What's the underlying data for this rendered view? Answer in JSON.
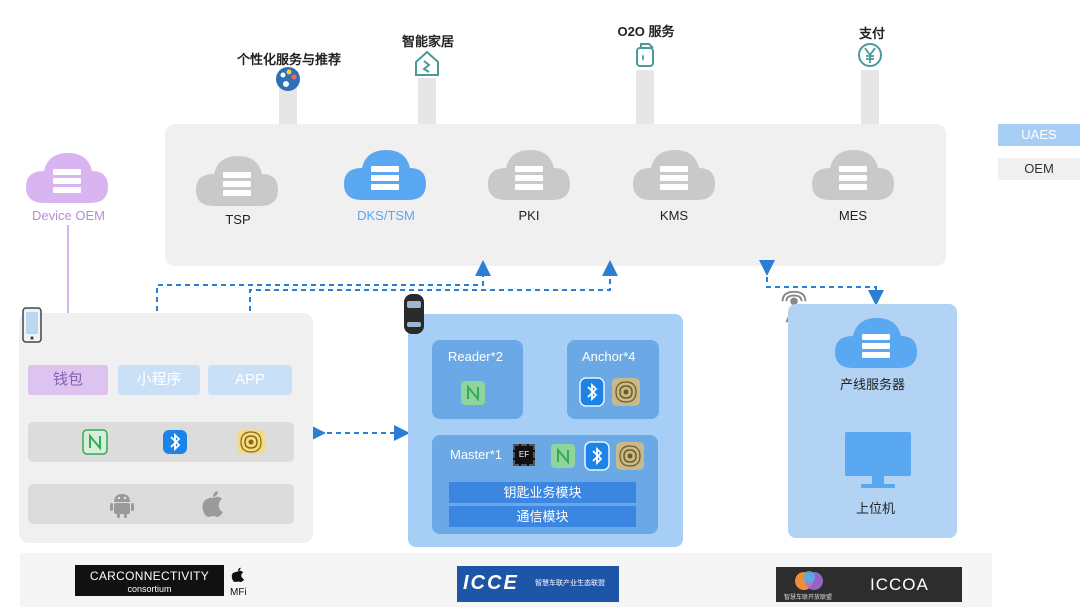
{
  "services": [
    {
      "label": "个性化服务与推荐",
      "icon": "palette-icon"
    },
    {
      "label": "智能家居",
      "icon": "smart-home-icon"
    },
    {
      "label": "O2O 服务",
      "icon": "fuel-can-icon"
    },
    {
      "label": "支付",
      "icon": "yen-icon"
    }
  ],
  "device_oem": {
    "label": "Device OEM",
    "color": "#c9a0e6"
  },
  "clouds": [
    {
      "label": "TSP",
      "color": "#c9c9c9"
    },
    {
      "label": "DKS/TSM",
      "color": "#5aa7f2"
    },
    {
      "label": "PKI",
      "color": "#c9c9c9"
    },
    {
      "label": "KMS",
      "color": "#c9c9c9"
    },
    {
      "label": "MES",
      "color": "#c9c9c9"
    }
  ],
  "legend": [
    {
      "label": "UAES",
      "color": "#a7cef5"
    },
    {
      "label": "OEM",
      "color": "#f0f0f0"
    }
  ],
  "phone": {
    "pills": [
      {
        "label": "钱包",
        "bg": "#dcc3f0"
      },
      {
        "label": "小程序",
        "bg": "#c9e0f7"
      },
      {
        "label": "APP",
        "bg": "#c9e0f7"
      }
    ],
    "connectivity_icons": [
      "nfc-icon",
      "bluetooth-icon",
      "uwb-icon"
    ],
    "os_icons": [
      "android-icon",
      "apple-icon"
    ]
  },
  "vehicle": {
    "reader": "Reader*2",
    "anchor": "Anchor*4",
    "master": "Master*1",
    "chip_label": "EF",
    "modules": [
      "钥匙业务模块",
      "通信模块"
    ]
  },
  "server": {
    "cloud_label": "产线服务器",
    "pc_label": "上位机"
  },
  "logos": {
    "car_connectivity_main": "CARCONNECTIVITY",
    "car_connectivity_sub": "consortium",
    "mfi": "MFi",
    "icce": "ICCE",
    "icce_cn": "智慧车联产业生态联盟",
    "iccoa": "ICCOA",
    "iccoa_cn": "智慧车联开放联盟"
  },
  "colors": {
    "arrow": "#2a7fd4",
    "uaes_blue": "#a7cef5",
    "oem_gray": "#f0f0f0",
    "nfc_green": "#3aa957",
    "bluetooth_blue": "#1c84e6",
    "uwb_gold": "#d4a017"
  }
}
